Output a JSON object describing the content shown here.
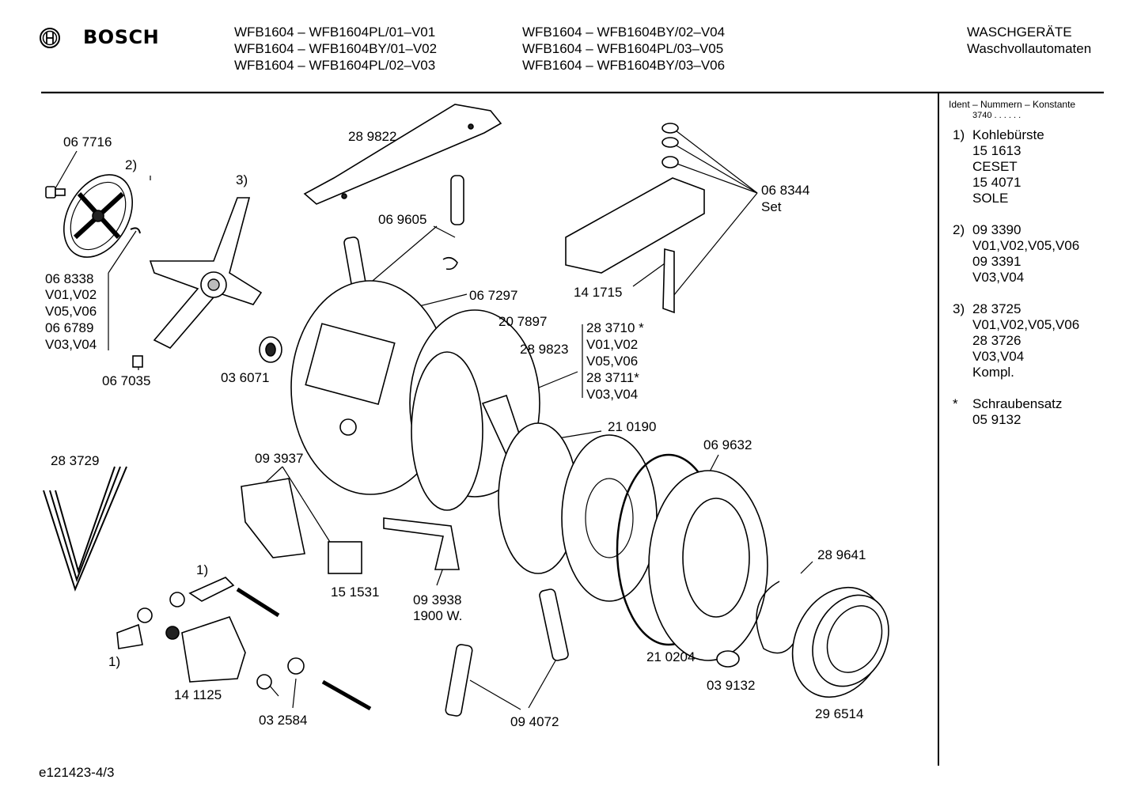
{
  "header": {
    "brand": "BOSCH",
    "models_col1": [
      "WFB1604 – WFB1604PL/01–V01",
      "WFB1604 – WFB1604BY/01–V02",
      "WFB1604 – WFB1604PL/02–V03"
    ],
    "models_col2": [
      "WFB1604 – WFB1604BY/02–V04",
      "WFB1604 – WFB1604PL/03–V05",
      "WFB1604 – WFB1604BY/03–V06"
    ],
    "category": "WASCHGERÄTE",
    "subcategory": "Waschvollautomaten"
  },
  "legend": {
    "heading": "Ident – Nummern – Konstante",
    "constant": "3740  .  .  .  .  .  .",
    "groups": [
      {
        "marker": "1)",
        "lines": [
          "Kohlebürste",
          "15 1613",
          "CESET",
          "15 4071",
          "SOLE"
        ]
      },
      {
        "marker": "2)",
        "lines": [
          "09 3390",
          "V01,V02,V05,V06",
          "09 3391",
          "V03,V04"
        ]
      },
      {
        "marker": "3)",
        "lines": [
          "28 3725",
          "V01,V02,V05,V06",
          "28 3726",
          "V03,V04",
          "Kompl."
        ]
      },
      {
        "marker": "*",
        "lines": [
          "Schraubensatz",
          "05 9132"
        ]
      }
    ]
  },
  "labels": {
    "p067716": "06 7716",
    "m2": "2)",
    "m3": "3)",
    "p289822": "28 9822",
    "p069605": "06 9605",
    "p068344": "06 8344",
    "set": "Set",
    "p068338": "06 8338",
    "v0102a": "V01,V02",
    "v0506a": "V05,V06",
    "p066789": "06 6789",
    "v0304a": "V03,V04",
    "p141715": "14 1715",
    "p067297": "06 7297",
    "p207897": "20 7897",
    "p283710": "28 3710 *",
    "v0102b": "V01,V02",
    "v0506b": "V05,V06",
    "p283711": "28 3711*",
    "v0304b": "V03,V04",
    "p289823": "28 9823",
    "p067035": "06 7035",
    "p036071": "03 6071",
    "p210190": "21 0190",
    "p069632": "06 9632",
    "p283729": "28 3729",
    "p093937": "09 3937",
    "p151531": "15 1531",
    "p093938": "09 3938",
    "w1900": "1900 W.",
    "p289641": "28 9641",
    "m1a": "1)",
    "m1b": "1)",
    "p141125": "14 1125",
    "p032584": "03 2584",
    "p094072": "09 4072",
    "p210204": "21 0204",
    "p039132": "03 9132",
    "p296514": "29 6514"
  },
  "footer": {
    "docnum": "e121423-4/3"
  }
}
